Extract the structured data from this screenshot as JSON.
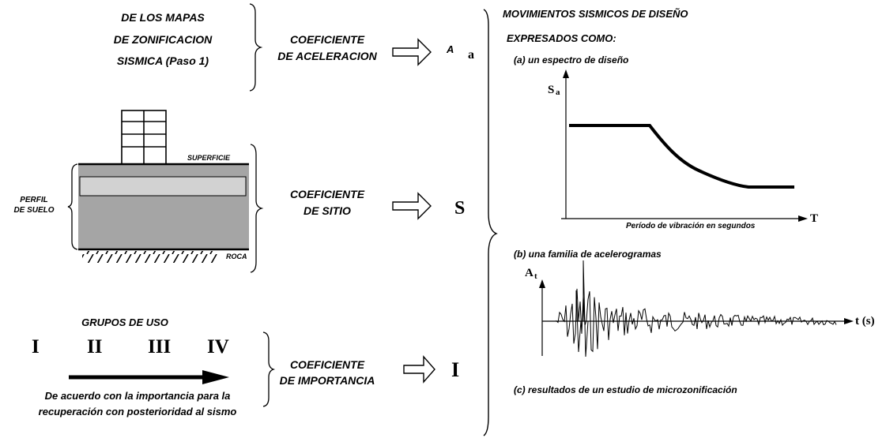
{
  "left": {
    "maps_source": [
      "DE LOS MAPAS",
      "DE ZONIFICACION",
      "SISMICA (Paso 1)"
    ],
    "coef_aceleracion": [
      "COEFICIENTE",
      "DE ACELERACION"
    ],
    "aa_symbol": {
      "main": "A",
      "sub": "a"
    },
    "soil": {
      "superficie": "SUPERFICIE",
      "perfil": [
        "PERFIL",
        "DE SUELO"
      ],
      "roca": "ROCA"
    },
    "coef_sitio": [
      "COEFICIENTE",
      "DE SITIO"
    ],
    "s_symbol": "S",
    "grupos_title": "GRUPOS DE USO",
    "grupos": [
      "I",
      "II",
      "III",
      "IV"
    ],
    "importancia_note": [
      "De acuerdo con la importancia para la",
      "recuperación con posterioridad al sismo"
    ],
    "coef_importancia": [
      "COEFICIENTE",
      "DE IMPORTANCIA"
    ],
    "i_symbol": "I"
  },
  "right": {
    "title": [
      "MOVIMIENTOS SISMICOS DE DISEÑO",
      "EXPRESADOS COMO:"
    ],
    "a_label": "(a) un espectro de diseño",
    "spectrum": {
      "y_main": "S",
      "y_sub": "a",
      "x_label": "T",
      "x_caption": "Período de vibración en segundos"
    },
    "b_label": "(b) una familia de acelerogramas",
    "accel": {
      "y_main": "A",
      "y_sub": "t",
      "x_label": "t (s)"
    },
    "c_label": "(c) resultados de un estudio de microzonificación"
  }
}
